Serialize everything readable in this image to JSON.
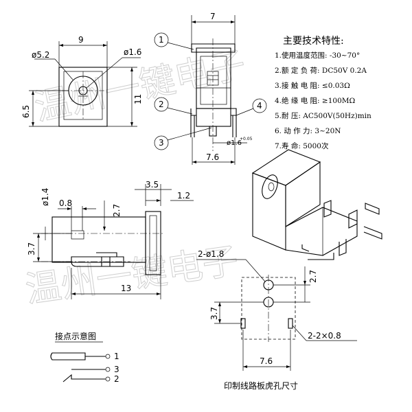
{
  "watermark": [
    "温州一键电子",
    "温州一键电子"
  ],
  "specs": {
    "title": "主要技术特性:",
    "items": [
      "1.使用温度范围: -30~70°",
      "2.额 定 负 荷:  DC50V 0.2A",
      "3.接 触 电 阻: ≤0.03Ω",
      "4.绝 缘 电 阻: ≥100MΩ",
      "5.耐          压: AC500V(50Hz)min",
      "6. 动  作  力: 3~20N",
      "7.寿          命: 5000次"
    ]
  },
  "front_view": {
    "width": "9",
    "hole_dia": "ø5.2",
    "pin_dia": "ø1.6",
    "height": "11",
    "center_height": "6.5"
  },
  "side_view": {
    "width": "7",
    "pin_spacing": "7.6",
    "pin_dia": "ø1.6",
    "pin_tol": "+0.05",
    "balloons": [
      "1",
      "2",
      "3",
      "4"
    ]
  },
  "top_view": {
    "dia": "ø1.4",
    "offset": "0.8",
    "depth": "2.7",
    "width": "3.5",
    "thickness": "1.2",
    "height": "3.7",
    "length": "13"
  },
  "pcb_layout": {
    "holes": "2-ø1.8",
    "top_spacing": "2.7",
    "side_spacing": "3.7",
    "slots": "2-2×0.8",
    "width": "7.6",
    "caption": "印制线路板虎孔尺寸"
  },
  "schematic": {
    "title": "接点示意图",
    "pins": [
      "1",
      "3",
      "2"
    ]
  }
}
